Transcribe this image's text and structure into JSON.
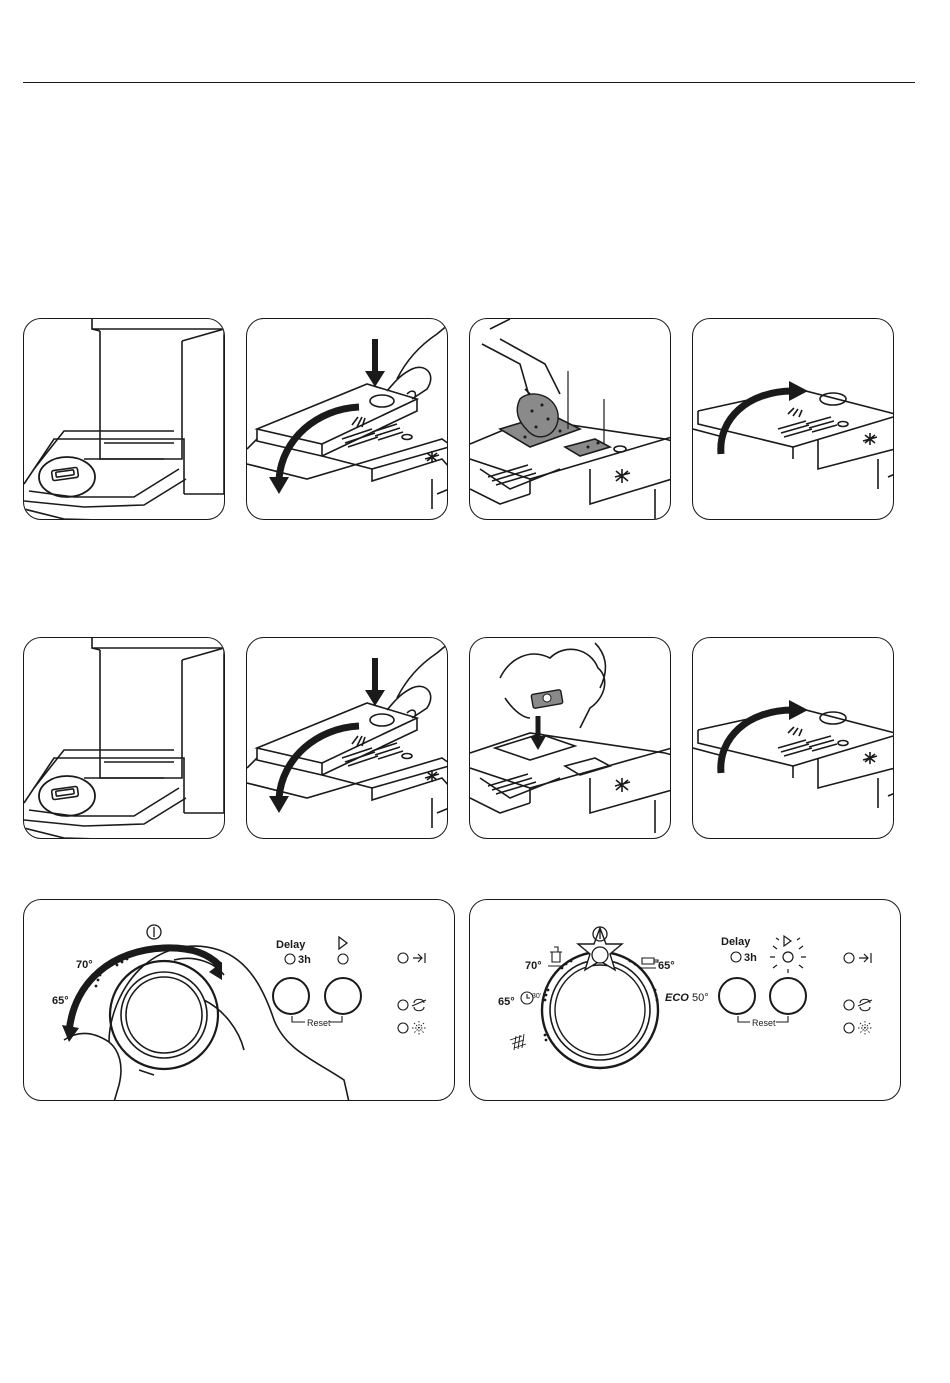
{
  "control_panel_left": {
    "temp_70": "70°",
    "temp_65": "65°",
    "delay_label": "Delay",
    "delay_3h": "3h",
    "reset_label": "Reset"
  },
  "control_panel_right": {
    "temp_70": "70°",
    "temp_65_left": "65°",
    "temp_65_right": "65°",
    "eco_label": "ECO",
    "eco_temp": "50°",
    "delay_label": "Delay",
    "delay_3h": "3h",
    "reset_label": "Reset"
  },
  "colors": {
    "line": "#1a1a1a",
    "detergent_fill": "#8a8a8a"
  }
}
